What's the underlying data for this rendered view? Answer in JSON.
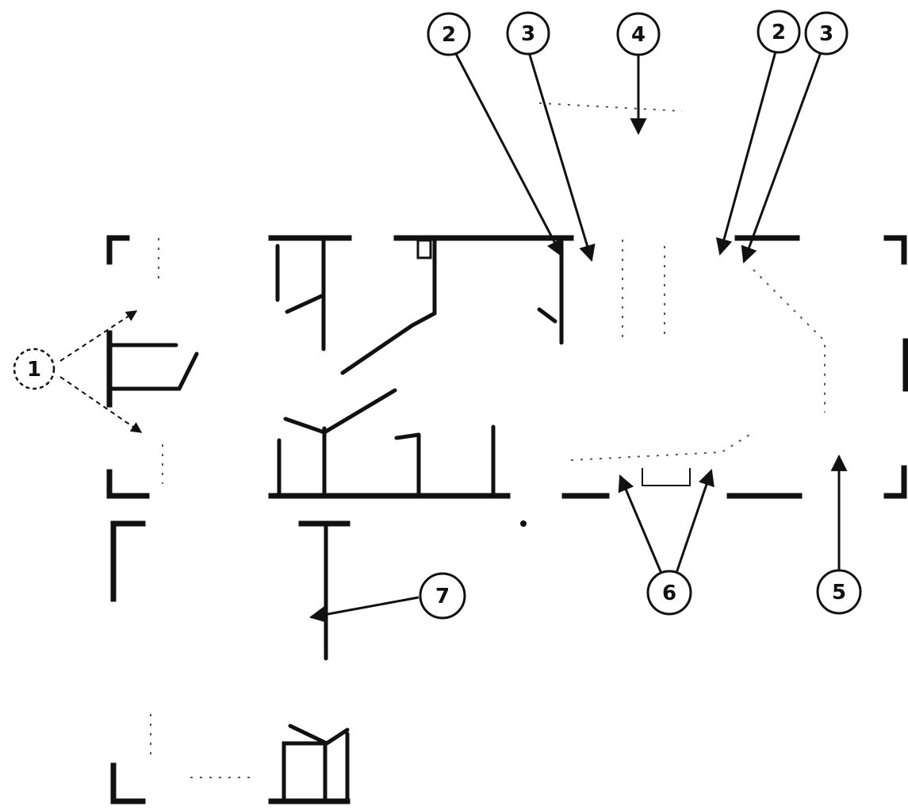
{
  "callouts": [
    {
      "id": "c1",
      "label": "1"
    },
    {
      "id": "c2a",
      "label": "2"
    },
    {
      "id": "c3a",
      "label": "3"
    },
    {
      "id": "c4",
      "label": "4"
    },
    {
      "id": "c2b",
      "label": "2"
    },
    {
      "id": "c3b",
      "label": "3"
    },
    {
      "id": "c5",
      "label": "5"
    },
    {
      "id": "c6",
      "label": "6"
    },
    {
      "id": "c7",
      "label": "7"
    }
  ]
}
